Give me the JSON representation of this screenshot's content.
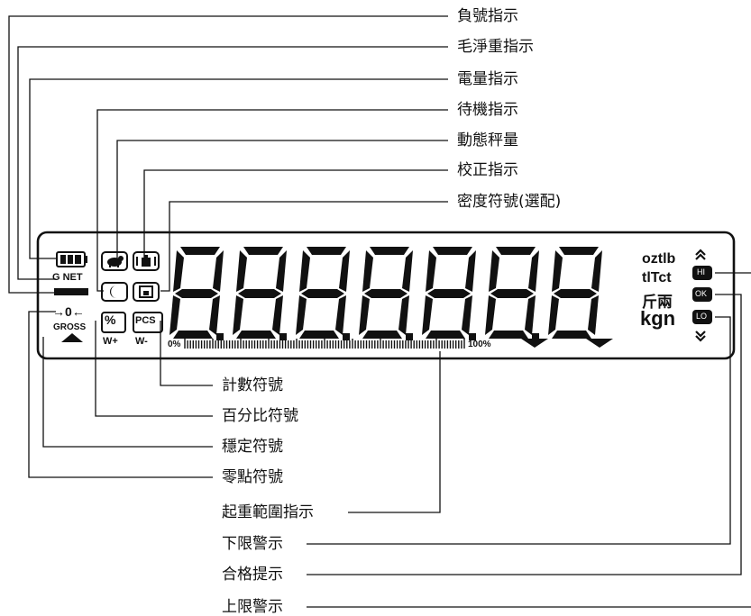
{
  "labels_top": [
    "負號指示",
    "毛淨重指示",
    "電量指示",
    "待機指示",
    "動態秤量",
    "校正指示",
    "密度符號(選配)"
  ],
  "labels_bottom": [
    "計數符號",
    "百分比符號",
    "穩定符號",
    "零點符號",
    "起重範圍指示",
    "下限警示",
    "合格提示",
    "上限警示"
  ],
  "display": {
    "g_net": "G NET",
    "zero": "→0←",
    "gross": "GROSS",
    "percent": "%",
    "pcs": "PCS",
    "w_plus": "W+",
    "w_minus": "W-",
    "bar_start": "0%",
    "bar_end": "100%",
    "units_row1": "oztlb",
    "units_row2": "tlTct",
    "units_row3": "斤兩",
    "units_row4": "kgn",
    "hi": "HI",
    "ok": "OK",
    "lo": "LO"
  }
}
